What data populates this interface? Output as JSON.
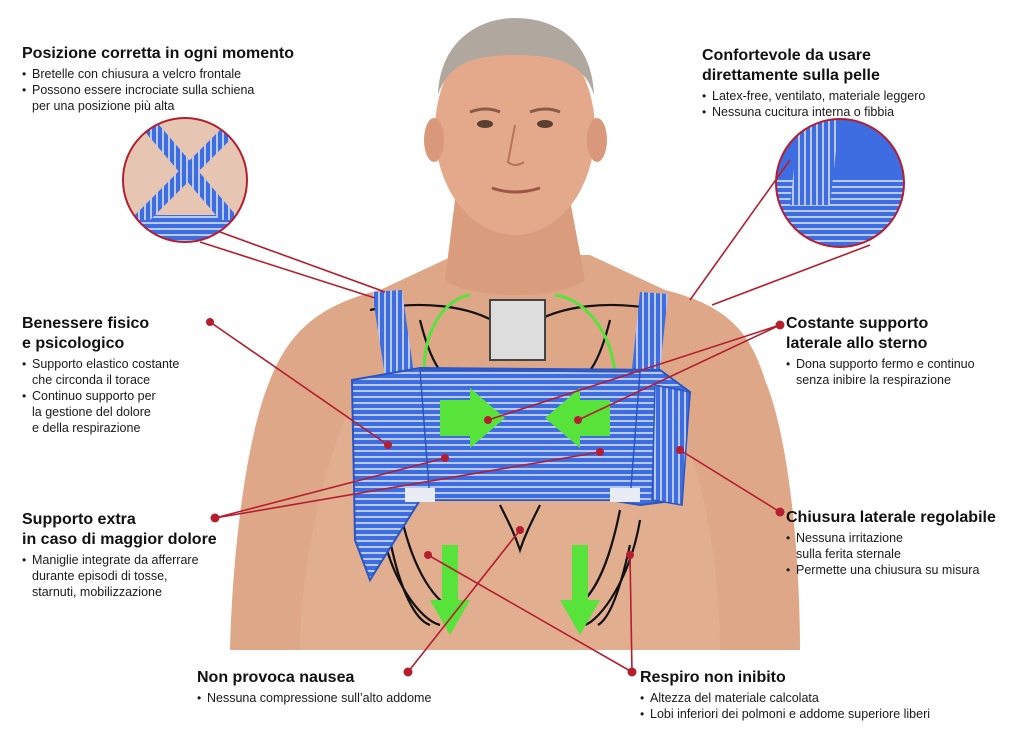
{
  "colors": {
    "accent_red": "#b51e2e",
    "brace_blue": "#3b6fe0",
    "arrow_green": "#55e33b",
    "skin": "#e2ab8c"
  },
  "callouts": {
    "top_left": {
      "title": "Posizione corretta in ogni momento",
      "bullets": [
        "Bretelle con chiusura a velcro frontale",
        "Possono essere incrociate sulla schiena\nper una posizione più alta"
      ]
    },
    "top_right": {
      "title_line1": "Confortevole da usare",
      "title_line2": "direttamente sulla pelle",
      "bullets": [
        "Latex-free, ventilato, materiale leggero",
        "Nessuna cucitura interna o fibbia"
      ]
    },
    "mid_left": {
      "title_line1": "Benessere fisico",
      "title_line2": "e psicologico",
      "bullets": [
        "Supporto elastico costante\nche circonda il torace",
        "Continuo supporto per\nla gestione del dolore\ne della respirazione"
      ]
    },
    "mid_right": {
      "title_line1": "Costante supporto",
      "title_line2": "laterale allo sterno",
      "bullets": [
        "Dona supporto fermo e continuo\nsenza inibire la respirazione"
      ]
    },
    "lower_left": {
      "title_line1": "Supporto extra",
      "title_line2": "in caso di maggior dolore",
      "bullets": [
        "Maniglie integrate da afferrare\ndurante episodi di tosse,\nstarnuti, mobilizzazione"
      ]
    },
    "lower_right": {
      "title": "Chiusura laterale regolabile",
      "bullets": [
        "Nessuna irritazione\nsulla ferita sternale",
        "Permette una chiusura su misura"
      ]
    },
    "bottom_center": {
      "title": "Non provoca nausea",
      "bullets": [
        "Nessuna compressione sull’alto addome"
      ]
    },
    "bottom_right": {
      "title": "Respiro non inibito",
      "bullets": [
        "Altezza del materiale calcolata",
        "Lobi inferiori dei polmoni e addome superiore liberi"
      ]
    }
  }
}
